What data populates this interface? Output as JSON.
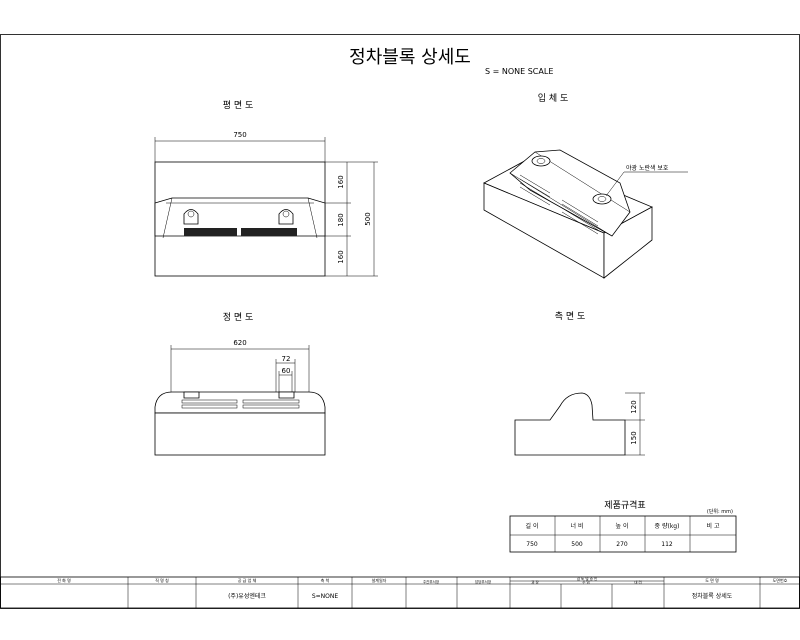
{
  "title": "정차블록 상세도",
  "scale_note": "S = NONE SCALE",
  "views": {
    "plan": "평 면 도",
    "iso": "입 체 도",
    "front": "정 면 도",
    "side": "측 면 도"
  },
  "plan_dims": {
    "width": "750",
    "h1": "160",
    "h2": "180",
    "h3": "160",
    "total": "500"
  },
  "iso_note": "야광 노란색 보호",
  "front_dims": {
    "width": "620",
    "d72": "72",
    "d60": "60"
  },
  "side_dims": {
    "upper": "120",
    "lower": "150"
  },
  "spec_table": {
    "title": "제품규격표",
    "unit": "(단위: mm)",
    "headers": [
      "길 이",
      "너 비",
      "높 이",
      "중 량(kg)",
      "비 고"
    ],
    "row": [
      "750",
      "500",
      "270",
      "112",
      ""
    ]
  },
  "title_block": {
    "headers": [
      "전 화 명",
      "직 명 칭",
      "공 급 업 체",
      "축 척",
      "설계일자",
      "주관부서장",
      "담당부서장",
      "담 당",
      "도 면 명",
      "도면번호"
    ],
    "sub_group": "검 토 및 승 인",
    "sub_headers": [
      "과 장",
      "주 임",
      "대 리"
    ],
    "values": {
      "supplier": "(주)유성엔테크",
      "scale": "S=NONE",
      "drawing_name": "정차블록 상세도"
    }
  }
}
